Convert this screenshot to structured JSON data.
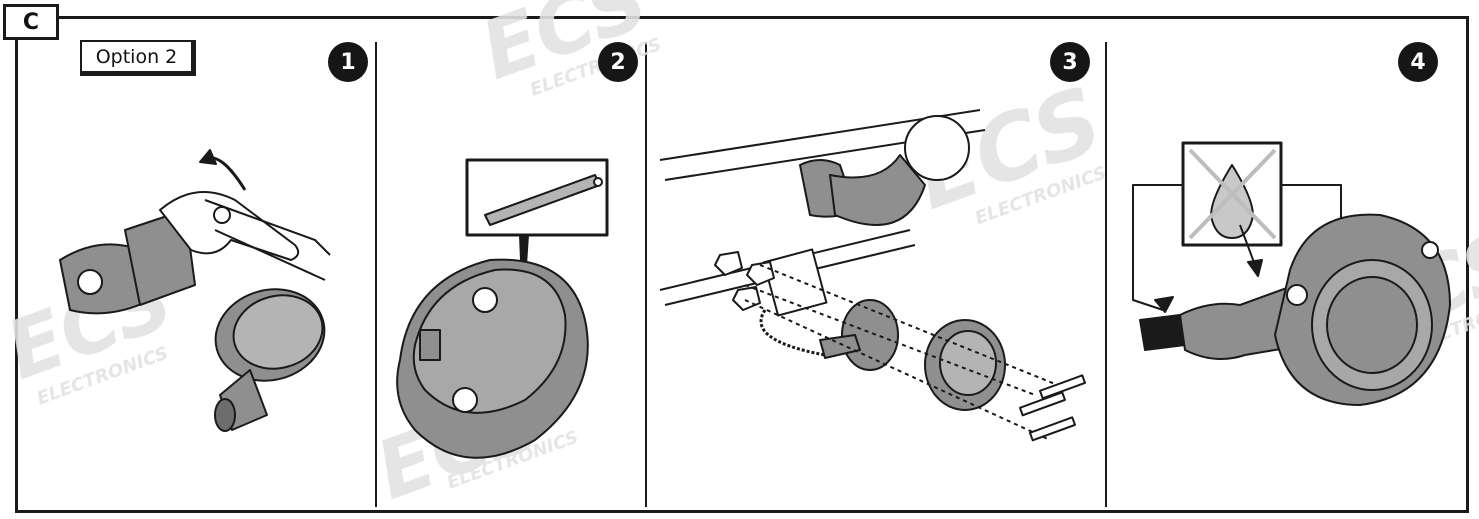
{
  "section_label": "C",
  "option_label": "Option 2",
  "steps": [
    {
      "number": "1"
    },
    {
      "number": "2"
    },
    {
      "number": "3"
    },
    {
      "number": "4"
    }
  ],
  "watermark": {
    "logo_text": "ECS",
    "sub_text": "ELECTRONICS"
  },
  "colors": {
    "line": "#1a1a1a",
    "part_fill": "#8f8f8f",
    "part_light": "#b4b4b4",
    "watermark": "#dcdcdc"
  }
}
